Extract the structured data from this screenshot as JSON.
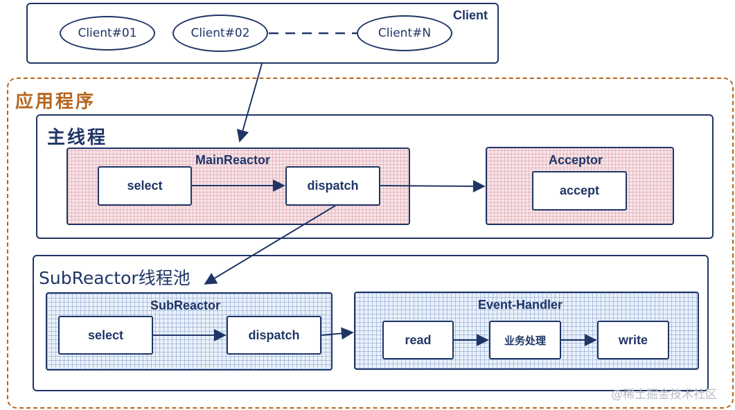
{
  "client": {
    "label": "Client",
    "nodes": [
      "Client#01",
      "Client#02",
      "Client#N"
    ]
  },
  "application": {
    "label": "应用程序"
  },
  "main_thread": {
    "label": "主线程",
    "main_reactor": {
      "label": "MainReactor",
      "select": "select",
      "dispatch": "dispatch"
    },
    "acceptor": {
      "label": "Acceptor",
      "accept": "accept"
    }
  },
  "sub_pool": {
    "label": "SubReactor线程池",
    "sub_reactor": {
      "label": "SubReactor",
      "select": "select",
      "dispatch": "dispatch"
    },
    "event_handler": {
      "label": "Event-Handler",
      "read": "read",
      "business": "业务处理",
      "write": "write"
    }
  },
  "watermark": "@稀土掘金技术社区",
  "colors": {
    "stroke": "#1f3566",
    "app_accent": "#b5651d",
    "pink_fill": "#f7e3e6",
    "blue_fill": "#eaf1fa"
  }
}
